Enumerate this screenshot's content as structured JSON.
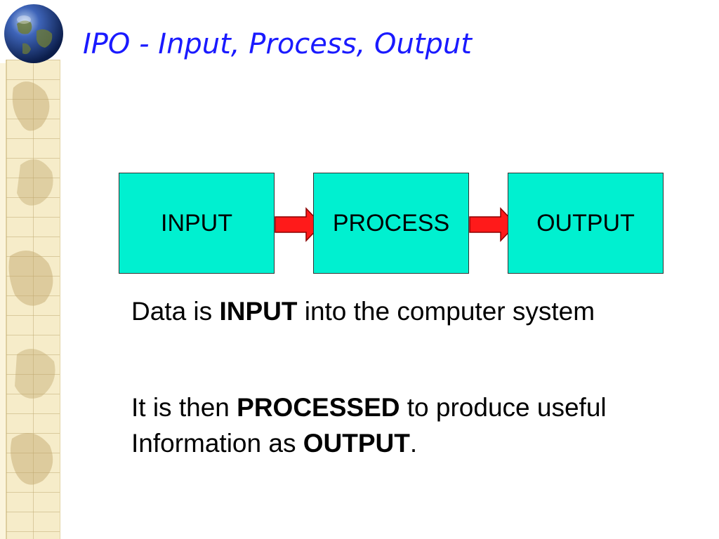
{
  "slide": {
    "title": "IPO - Input, Process, Output"
  },
  "diagram": {
    "nodes": [
      {
        "id": "input",
        "label": "INPUT"
      },
      {
        "id": "process",
        "label": "PROCESS"
      },
      {
        "id": "output",
        "label": "OUTPUT"
      }
    ],
    "edges": [
      {
        "from": "input",
        "to": "process"
      },
      {
        "from": "process",
        "to": "output"
      }
    ],
    "colors": {
      "box_fill": "#00f0d0",
      "arrow_fill": "#ff1a1a",
      "title": "#1a1aff"
    }
  },
  "paragraphs": {
    "p1": {
      "t1": "Data is ",
      "b1": "INPUT",
      "t2": " into the computer system"
    },
    "p2": {
      "t1": "It is then ",
      "b1": "PROCESSED",
      "t2": " to produce useful Information as ",
      "b2": "OUTPUT",
      "t3": "."
    }
  },
  "decor": {
    "globe": "globe-icon",
    "strip": "map-strip"
  }
}
